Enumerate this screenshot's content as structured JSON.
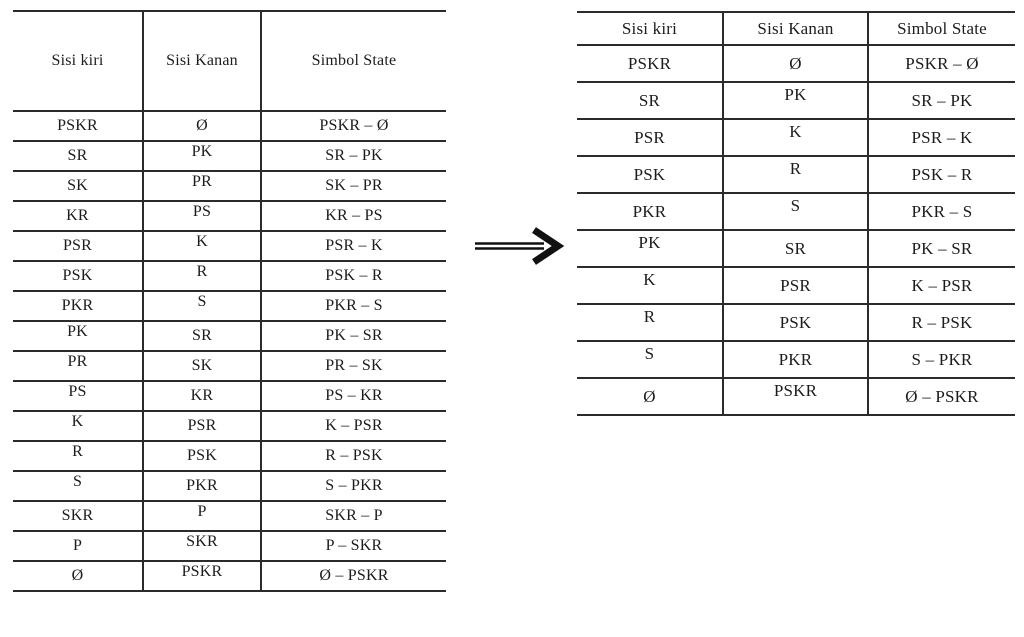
{
  "page": {
    "background": "#ffffff",
    "line_color": "#2b2b2b",
    "text_color": "#1c1c1c"
  },
  "arrow": {
    "name": "double-line-right-arrow",
    "color": "#111111"
  },
  "tables": [
    {
      "id": "left-table",
      "title": "state-table-before",
      "columns": [
        "Sisi kiri",
        "Sisi Kanan",
        "Simbol State"
      ],
      "rows": [
        {
          "kiri": "PSKR",
          "kanan": "Ø",
          "simbol": "PSKR – Ø",
          "kiri_pos": "mid",
          "kanan_pos": "mid"
        },
        {
          "kiri": "SR",
          "kanan": "PK",
          "simbol": "SR – PK",
          "kiri_pos": "mid",
          "kanan_pos": "up"
        },
        {
          "kiri": "SK",
          "kanan": "PR",
          "simbol": "SK – PR",
          "kiri_pos": "mid",
          "kanan_pos": "up"
        },
        {
          "kiri": "KR",
          "kanan": "PS",
          "simbol": "KR – PS",
          "kiri_pos": "mid",
          "kanan_pos": "up"
        },
        {
          "kiri": "PSR",
          "kanan": "K",
          "simbol": "PSR – K",
          "kiri_pos": "mid",
          "kanan_pos": "up"
        },
        {
          "kiri": "PSK",
          "kanan": "R",
          "simbol": "PSK – R",
          "kiri_pos": "mid",
          "kanan_pos": "up"
        },
        {
          "kiri": "PKR",
          "kanan": "S",
          "simbol": "PKR – S",
          "kiri_pos": "mid",
          "kanan_pos": "up"
        },
        {
          "kiri": "PK",
          "kanan": "SR",
          "simbol": "PK – SR",
          "kiri_pos": "up",
          "kanan_pos": "mid"
        },
        {
          "kiri": "PR",
          "kanan": "SK",
          "simbol": "PR – SK",
          "kiri_pos": "up",
          "kanan_pos": "mid"
        },
        {
          "kiri": "PS",
          "kanan": "KR",
          "simbol": "PS – KR",
          "kiri_pos": "up",
          "kanan_pos": "mid"
        },
        {
          "kiri": "K",
          "kanan": "PSR",
          "simbol": "K – PSR",
          "kiri_pos": "up",
          "kanan_pos": "mid"
        },
        {
          "kiri": "R",
          "kanan": "PSK",
          "simbol": "R – PSK",
          "kiri_pos": "up",
          "kanan_pos": "mid"
        },
        {
          "kiri": "S",
          "kanan": "PKR",
          "simbol": "S – PKR",
          "kiri_pos": "up",
          "kanan_pos": "mid"
        },
        {
          "kiri": "SKR",
          "kanan": "P",
          "simbol": "SKR – P",
          "kiri_pos": "mid",
          "kanan_pos": "up"
        },
        {
          "kiri": "P",
          "kanan": "SKR",
          "simbol": "P – SKR",
          "kiri_pos": "mid",
          "kanan_pos": "up"
        },
        {
          "kiri": "Ø",
          "kanan": "PSKR",
          "simbol": "Ø – PSKR",
          "kiri_pos": "mid",
          "kanan_pos": "up"
        }
      ]
    },
    {
      "id": "right-table",
      "title": "state-table-after",
      "columns": [
        "Sisi kiri",
        "Sisi Kanan",
        "Simbol State"
      ],
      "rows": [
        {
          "kiri": "PSKR",
          "kanan": "Ø",
          "simbol": "PSKR – Ø",
          "kiri_pos": "mid",
          "kanan_pos": "mid"
        },
        {
          "kiri": "SR",
          "kanan": "PK",
          "simbol": "SR – PK",
          "kiri_pos": "mid",
          "kanan_pos": "up"
        },
        {
          "kiri": "PSR",
          "kanan": "K",
          "simbol": "PSR – K",
          "kiri_pos": "mid",
          "kanan_pos": "up"
        },
        {
          "kiri": "PSK",
          "kanan": "R",
          "simbol": "PSK – R",
          "kiri_pos": "mid",
          "kanan_pos": "up"
        },
        {
          "kiri": "PKR",
          "kanan": "S",
          "simbol": "PKR – S",
          "kiri_pos": "mid",
          "kanan_pos": "up"
        },
        {
          "kiri": "PK",
          "kanan": "SR",
          "simbol": "PK – SR",
          "kiri_pos": "up",
          "kanan_pos": "mid"
        },
        {
          "kiri": "K",
          "kanan": "PSR",
          "simbol": "K – PSR",
          "kiri_pos": "up",
          "kanan_pos": "mid"
        },
        {
          "kiri": "R",
          "kanan": "PSK",
          "simbol": "R – PSK",
          "kiri_pos": "up",
          "kanan_pos": "mid"
        },
        {
          "kiri": "S",
          "kanan": "PKR",
          "simbol": "S – PKR",
          "kiri_pos": "up",
          "kanan_pos": "mid"
        },
        {
          "kiri": "Ø",
          "kanan": "PSKR",
          "simbol": "Ø – PSKR",
          "kiri_pos": "mid",
          "kanan_pos": "up"
        }
      ]
    }
  ]
}
